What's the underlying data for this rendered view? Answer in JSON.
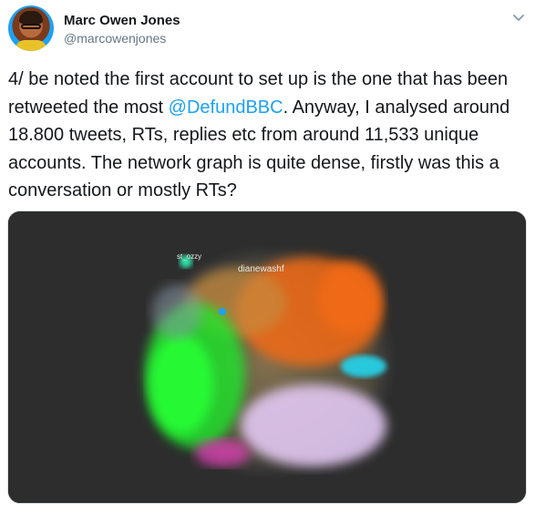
{
  "author": {
    "name": "Marc Owen Jones",
    "handle": "@marcowenjones"
  },
  "tweet": {
    "text_before": "4/ be noted the first account to set up is the one that has been retweeted the most ",
    "mention": "@DefundBBC",
    "text_after": ".  Anyway, I analysed around 18.800 tweets, RTs, replies etc from around 11,533 unique accounts. The network graph is quite dense, firstly was this a conversation or mostly RTs?"
  },
  "media": {
    "labels": {
      "top_left": "st_ozzy",
      "center": "dianewashf"
    },
    "colors": {
      "background": "#2d2d2d",
      "orange": "#f26a12",
      "green": "#1ee62a",
      "lavender": "#e2c8f2",
      "cyan": "#27cfe6",
      "magenta": "#e23fb8"
    }
  },
  "theme": {
    "link": "#1da1f2",
    "secondary_text": "#657786"
  }
}
